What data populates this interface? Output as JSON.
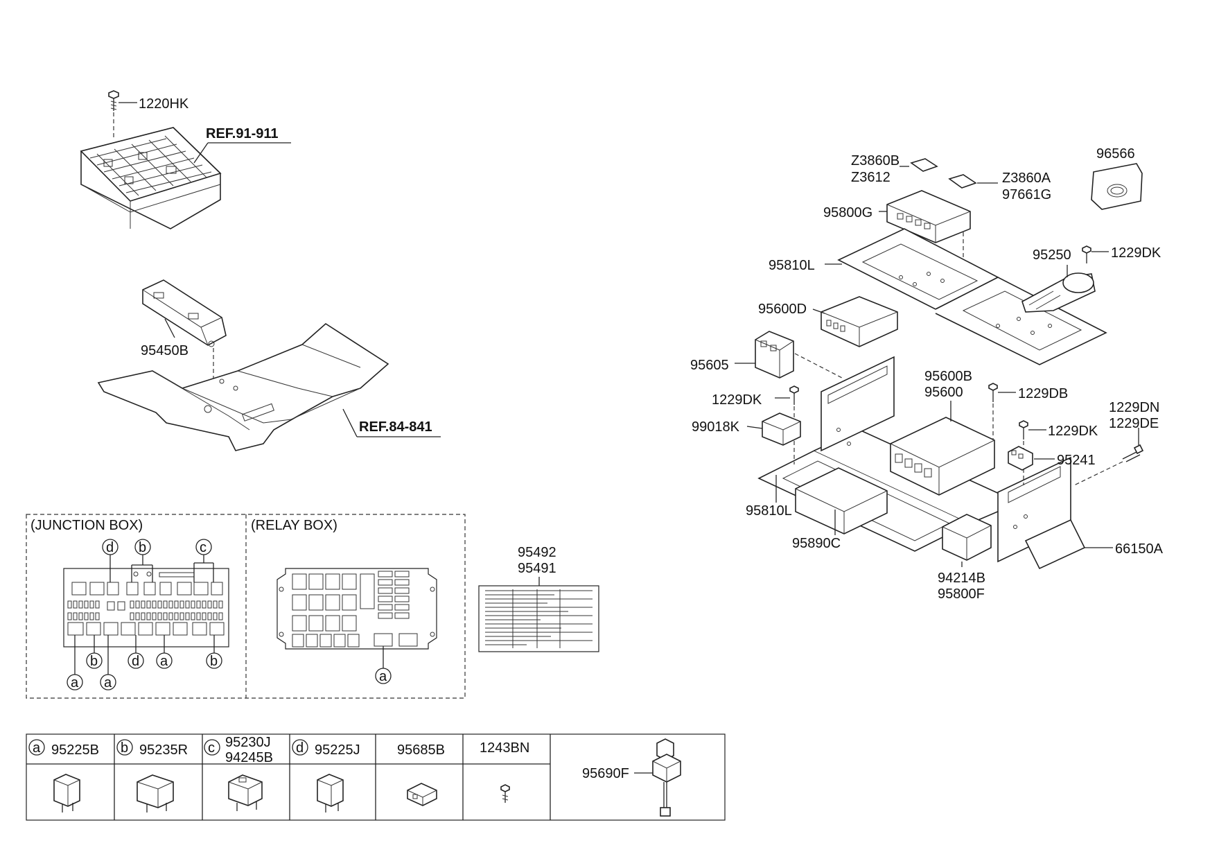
{
  "top_left": {
    "screw_label": "1220HK",
    "ref_junction": "REF.91-911",
    "bracket_label": "95450B",
    "ref_floor": "REF.84-841"
  },
  "right_assembly": {
    "labels": {
      "z3860b": "Z3860B",
      "z3612": "Z3612",
      "z3860a": "Z3860A",
      "p97661g": "97661G",
      "p95800g": "95800G",
      "p96566": "96566",
      "p95250": "95250",
      "p1229dk_a": "1229DK",
      "p95810l_a": "95810L",
      "p95600d": "95600D",
      "p95605": "95605",
      "p1229dk_b": "1229DK",
      "p95600b": "95600B",
      "p95600": "95600",
      "p1229db": "1229DB",
      "p1229dn": "1229DN",
      "p1229de": "1229DE",
      "p99018k": "99018K",
      "p1229dk_c": "1229DK",
      "p95241": "95241",
      "p95810l_b": "95810L",
      "p95890c": "95890C",
      "p94214b": "94214B",
      "p95800f": "95800F",
      "p66150a": "66150A"
    }
  },
  "boxes_panel": {
    "junction_title": "(JUNCTION BOX)",
    "relay_title": "(RELAY BOX)",
    "callouts": {
      "a": "a",
      "b": "b",
      "c": "c",
      "d": "d"
    }
  },
  "label_sheet": {
    "line1": "95492",
    "line2": "95491"
  },
  "parts_table": {
    "cells": [
      {
        "letter": "a",
        "part": "95225B",
        "part2": ""
      },
      {
        "letter": "b",
        "part": "95235R",
        "part2": ""
      },
      {
        "letter": "c",
        "part": "95230J",
        "part2": "94245B"
      },
      {
        "letter": "d",
        "part": "95225J",
        "part2": ""
      },
      {
        "letter": "",
        "part": "95685B",
        "part2": ""
      },
      {
        "letter": "",
        "part": "1243BN",
        "part2": ""
      },
      {
        "letter": "",
        "part": "95690F",
        "part2": ""
      }
    ]
  }
}
